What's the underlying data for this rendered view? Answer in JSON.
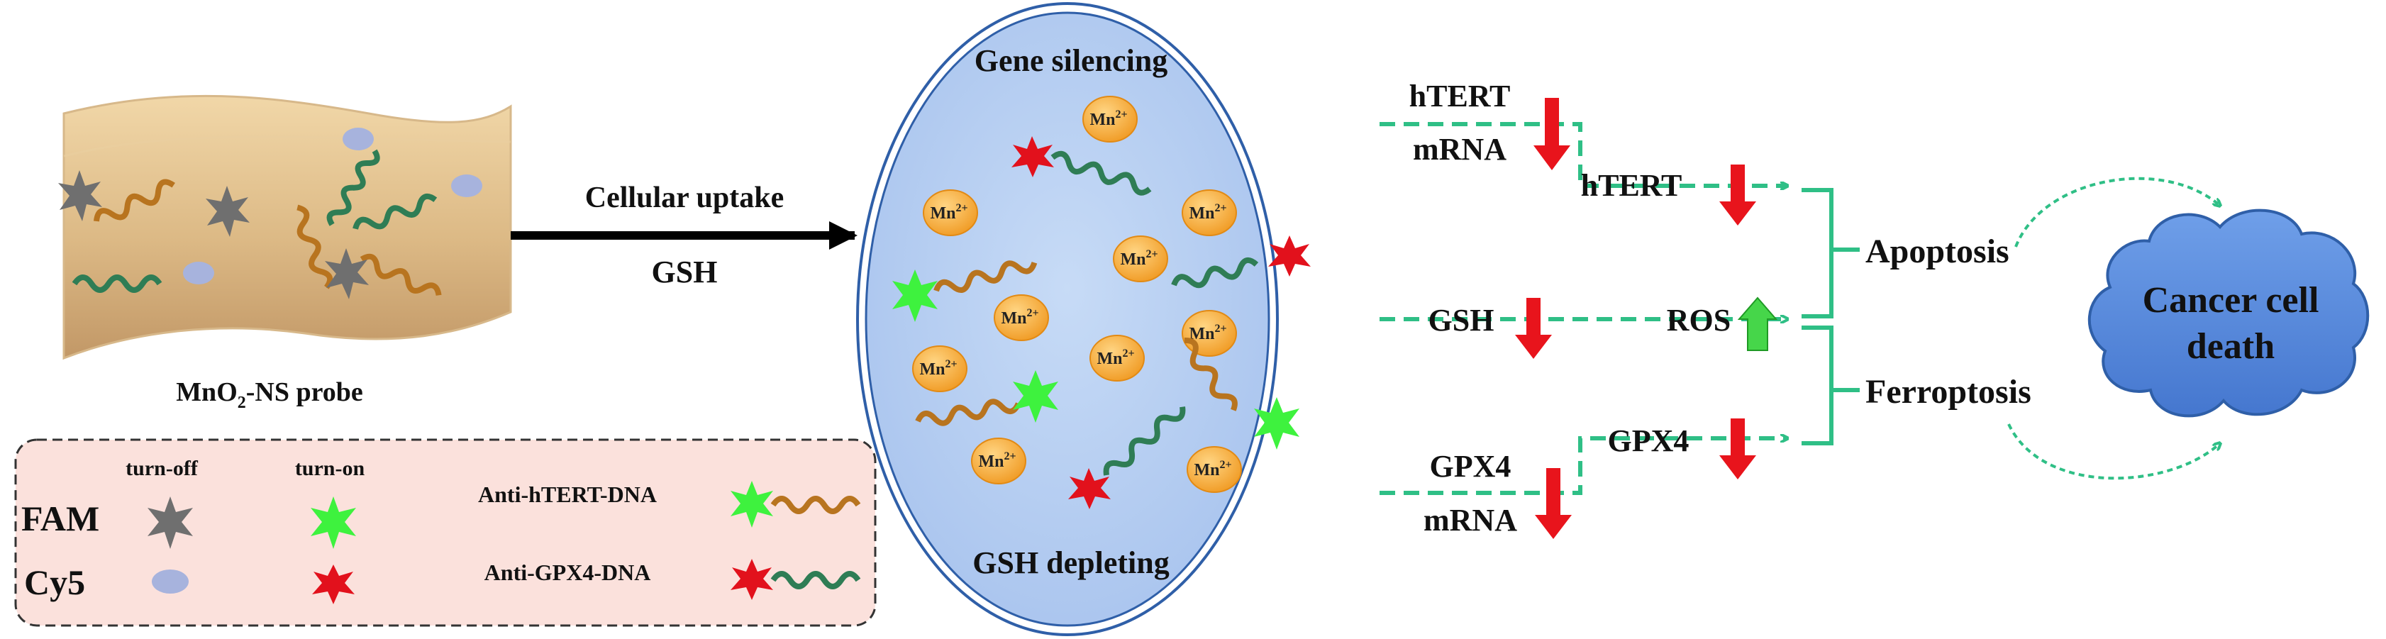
{
  "probe": {
    "label_main": "MnO",
    "label_sub": "2",
    "label_rest": "-NS probe"
  },
  "uptake_arrow": {
    "top_label": "Cellular uptake",
    "bottom_label": "GSH"
  },
  "cell": {
    "top_label": "Gene silencing",
    "bottom_label": "GSH depleting",
    "ion_label": "Mn",
    "ion_charge": "2+"
  },
  "legend": {
    "turn_off": "turn-off",
    "turn_on": "turn-on",
    "fam": "FAM",
    "cy5": "Cy5",
    "anti_htert": "Anti-hTERT-DNA",
    "anti_gpx4": "Anti-GPX4-DNA"
  },
  "pathways": {
    "htert_mrna_line1": "hTERT",
    "htert_mrna_line2": "mRNA",
    "htert_protein": "hTERT",
    "gsh": "GSH",
    "ros": "ROS",
    "gpx4_mrna_line1": "GPX4",
    "gpx4_mrna_line2": "mRNA",
    "gpx4_protein": "GPX4",
    "apoptosis": "Apoptosis",
    "ferroptosis": "Ferroptosis",
    "outcome_line1": "Cancer cell",
    "outcome_line2": "death"
  },
  "colors": {
    "dashed_green": "#2fbf86",
    "down_arrow": "#e8141c",
    "up_arrow": "#46d64a",
    "cell_fill": "#b6cff1",
    "cell_stroke": "#2f5fa8",
    "cloud_fill": "#5b8ee2",
    "brown_strand": "#b8741f",
    "green_strand": "#2f7d55",
    "fam_off": "#6f6f6f",
    "fam_on": "#3ef23e",
    "cy5_off": "#a7b3dd",
    "cy5_on": "#e2111c",
    "ion_fill": "#f2a531"
  }
}
